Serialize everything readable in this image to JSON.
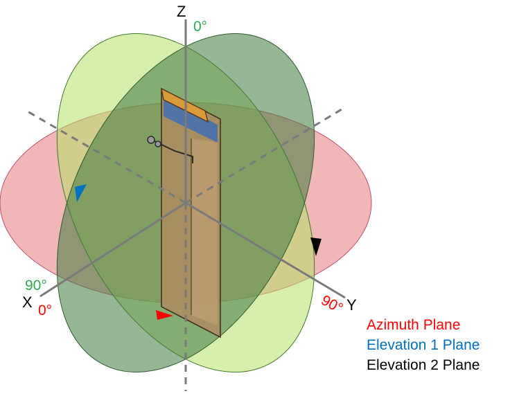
{
  "axes": {
    "z": "Z",
    "x": "X",
    "y": "Y"
  },
  "angle_labels": {
    "z_zero": "0°",
    "x_ninety": "90°",
    "x_zero": "0°",
    "y_ninety": "90°"
  },
  "legend": {
    "azimuth": "Azimuth Plane",
    "elevation1": "Elevation 1 Plane",
    "elevation2": "Elevation 2 Plane"
  },
  "colors": {
    "azimuth": "#ff0000",
    "elevation1": "#0070c0",
    "elevation2": "#000000",
    "angle_green": "#2fa84f",
    "azimuth_fill": "#e88a8a",
    "elevation1_fill": "#b6e06a",
    "elevation2_fill": "#3f7a3f",
    "axis": "#7a7a7a"
  }
}
